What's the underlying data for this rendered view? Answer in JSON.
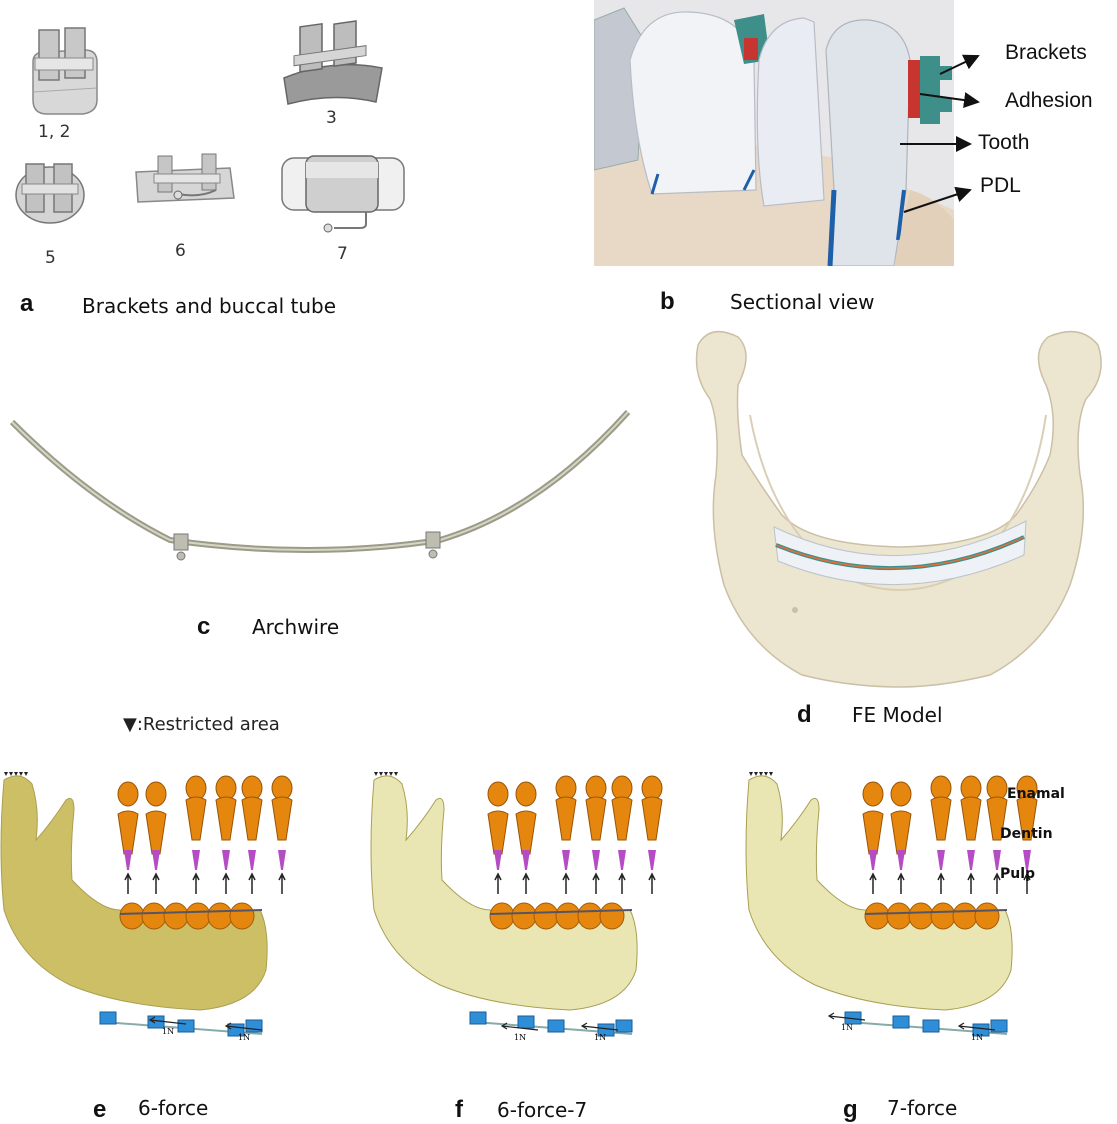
{
  "panels": {
    "a": {
      "letter": "a",
      "caption": "Brackets and buccal tube",
      "labels": [
        "1, 2",
        "3",
        "5",
        "6",
        "7"
      ]
    },
    "b": {
      "letter": "b",
      "caption": "Sectional view",
      "labels": [
        "Brackets",
        "Adhesion",
        "Tooth",
        "PDL"
      ]
    },
    "c": {
      "letter": "c",
      "caption": "Archwire"
    },
    "d": {
      "letter": "d",
      "caption": "FE Model"
    },
    "e": {
      "letter": "e",
      "caption": "6-force"
    },
    "f": {
      "letter": "f",
      "caption": "6-force-7"
    },
    "g": {
      "letter": "g",
      "caption": "7-force"
    }
  },
  "restricted_note": "▼:Restricted area",
  "layer_labels": [
    "Enamal",
    "Dentin",
    "Pulp"
  ],
  "force_label": "1N",
  "colors": {
    "bone": "#ece5cf",
    "mandible_e": "#cdbf66",
    "mandible_fg": "#e9e6b3",
    "tooth_orange": "#e5870f",
    "pulp": "#b44cc4",
    "bracket_teal": "#3e8e8a",
    "adhesion_red": "#c63530",
    "pdl_blue": "#1d5fa8",
    "appliance_blue": "#2f8ed8"
  }
}
